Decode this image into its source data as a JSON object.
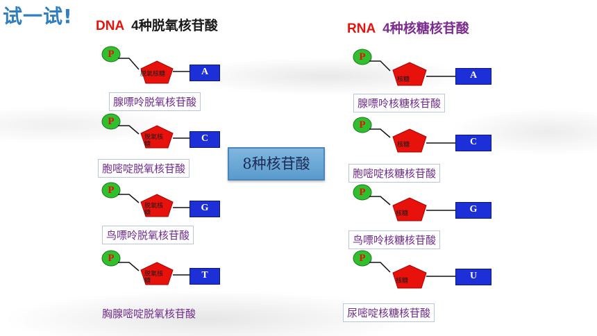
{
  "title": "试一试!",
  "dna": {
    "label": "DNA",
    "kinds": "4种脱氧核苷酸",
    "items": [
      {
        "p": "P",
        "sugar": "脱氧核糖",
        "base": "A",
        "name": "腺嘌呤脱氧核苷酸"
      },
      {
        "p": "P",
        "sugar": "脱氧核糖",
        "base": "C",
        "name": "胞嘧啶脱氧核苷酸"
      },
      {
        "p": "P",
        "sugar": "脱氧核糖",
        "base": "G",
        "name": "鸟嘌呤脱氧核苷酸"
      },
      {
        "p": "P",
        "sugar": "脱氧核糖",
        "base": "T",
        "name": "胸腺嘧啶脱氧核苷酸"
      }
    ]
  },
  "rna": {
    "label": "RNA",
    "kinds": "4种核糖核苷酸",
    "items": [
      {
        "p": "P",
        "sugar": "核糖",
        "base": "A",
        "name": "腺嘌呤核糖核苷酸"
      },
      {
        "p": "P",
        "sugar": "核糖",
        "base": "C",
        "name": "胞嘧啶核糖核苷酸"
      },
      {
        "p": "P",
        "sugar": "核糖",
        "base": "G",
        "name": "鸟嘌呤核糖核苷酸"
      },
      {
        "p": "P",
        "sugar": "核糖",
        "base": "U",
        "name": "尿嘧啶核糖核苷酸"
      }
    ]
  },
  "center": "8种核苷酸",
  "colors": {
    "phosphate": "#2fbf2f",
    "sugar": "#e8120c",
    "base": "#1d2fd6",
    "title": "#2f7fc0"
  }
}
